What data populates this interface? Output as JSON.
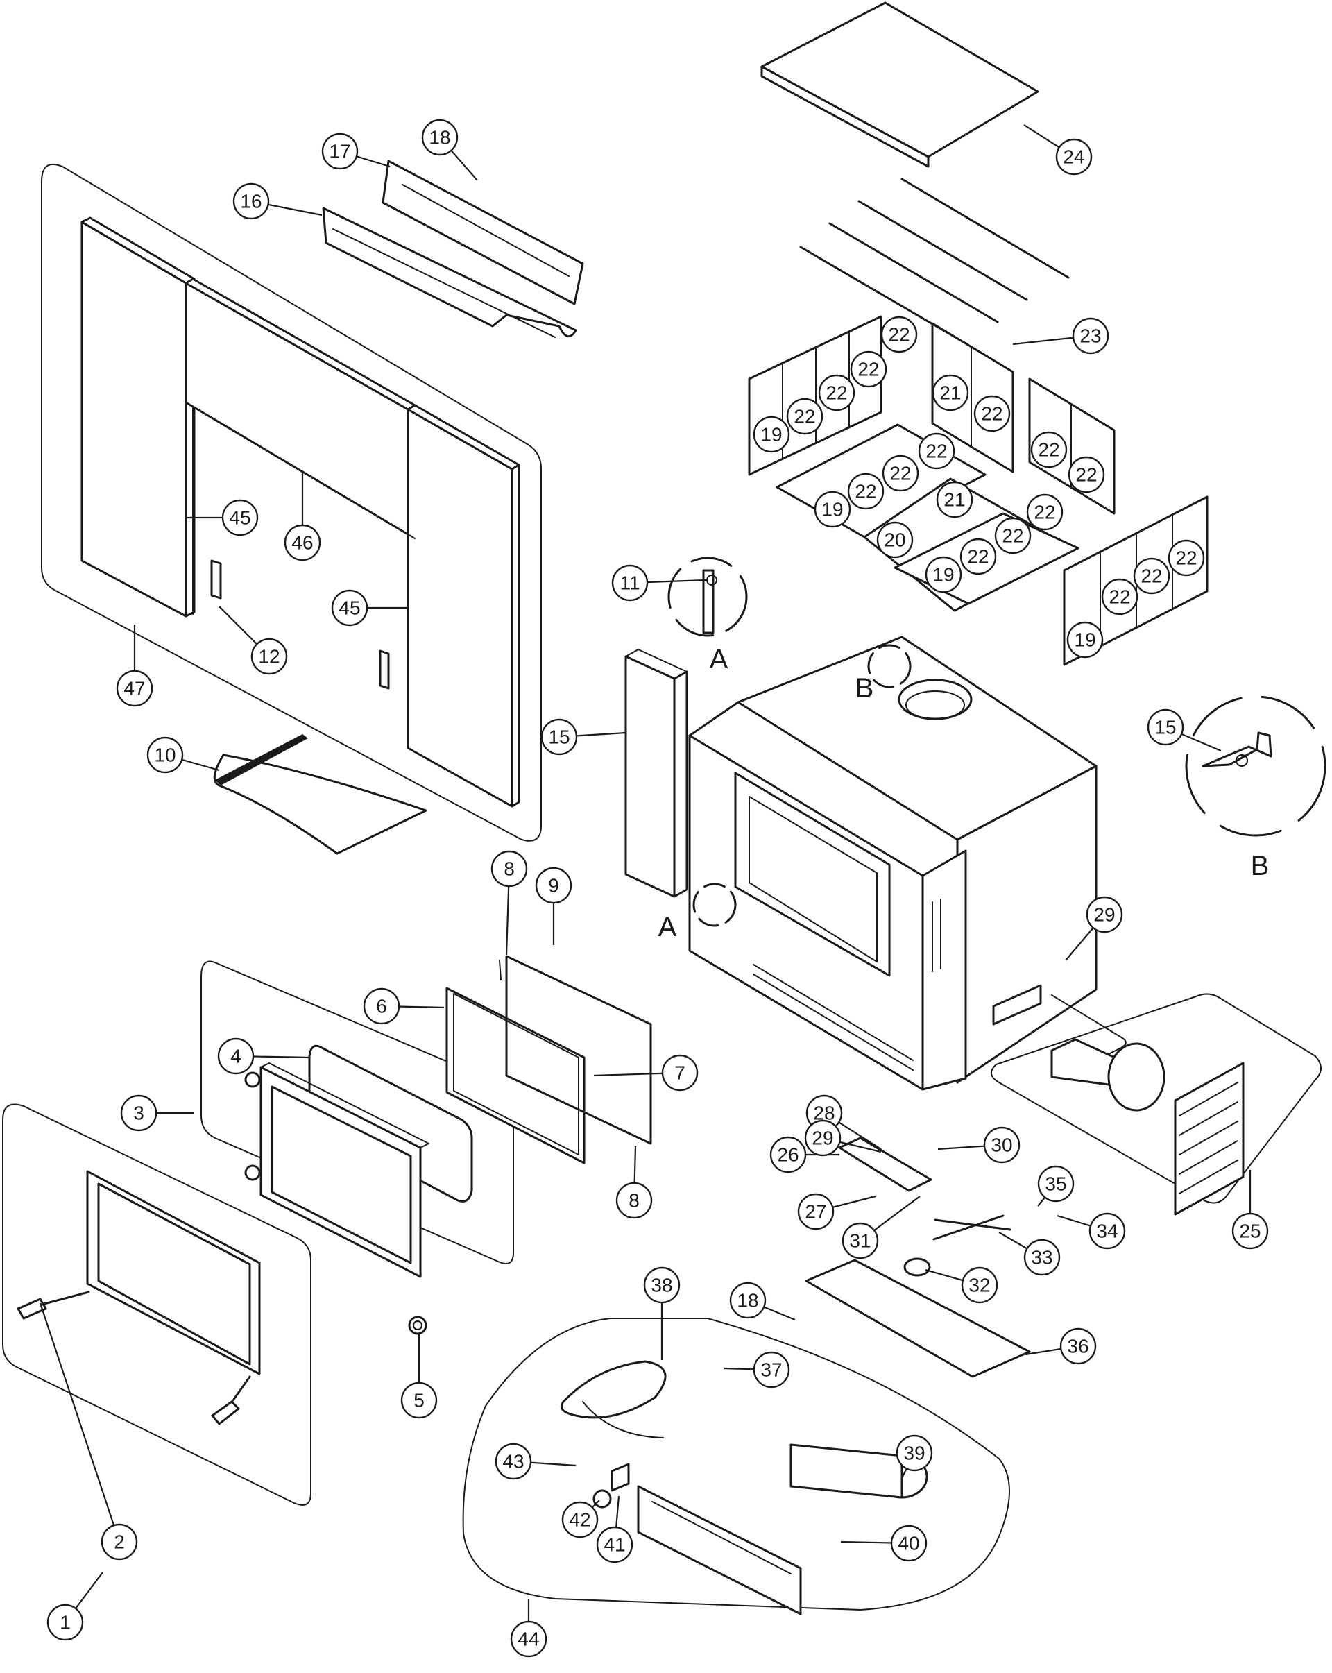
{
  "callouts": [
    {
      "id": "c1",
      "label": "1"
    },
    {
      "id": "c2",
      "label": "2"
    },
    {
      "id": "c3",
      "label": "3"
    },
    {
      "id": "c4",
      "label": "4"
    },
    {
      "id": "c5",
      "label": "5"
    },
    {
      "id": "c6",
      "label": "6"
    },
    {
      "id": "c7",
      "label": "7"
    },
    {
      "id": "c8a",
      "label": "8"
    },
    {
      "id": "c8b",
      "label": "8"
    },
    {
      "id": "c9",
      "label": "9"
    },
    {
      "id": "c10",
      "label": "10"
    },
    {
      "id": "c11",
      "label": "11"
    },
    {
      "id": "c12",
      "label": "12"
    },
    {
      "id": "c15a",
      "label": "15"
    },
    {
      "id": "c15b",
      "label": "15"
    },
    {
      "id": "c16",
      "label": "16"
    },
    {
      "id": "c17",
      "label": "17"
    },
    {
      "id": "c18a",
      "label": "18"
    },
    {
      "id": "c18b",
      "label": "18"
    },
    {
      "id": "c19a",
      "label": "19"
    },
    {
      "id": "c19b",
      "label": "19"
    },
    {
      "id": "c19c",
      "label": "19"
    },
    {
      "id": "c19d",
      "label": "19"
    },
    {
      "id": "c20",
      "label": "20"
    },
    {
      "id": "c21a",
      "label": "21"
    },
    {
      "id": "c21b",
      "label": "21"
    },
    {
      "id": "c22a",
      "label": "22"
    },
    {
      "id": "c22b",
      "label": "22"
    },
    {
      "id": "c22c",
      "label": "22"
    },
    {
      "id": "c22d",
      "label": "22"
    },
    {
      "id": "c22e",
      "label": "22"
    },
    {
      "id": "c22f",
      "label": "22"
    },
    {
      "id": "c22g",
      "label": "22"
    },
    {
      "id": "c22h",
      "label": "22"
    },
    {
      "id": "c22i",
      "label": "22"
    },
    {
      "id": "c22j",
      "label": "22"
    },
    {
      "id": "c22k",
      "label": "22"
    },
    {
      "id": "c22l",
      "label": "22"
    },
    {
      "id": "c22m",
      "label": "22"
    },
    {
      "id": "c22n",
      "label": "22"
    },
    {
      "id": "c22o",
      "label": "22"
    },
    {
      "id": "c22p",
      "label": "22"
    },
    {
      "id": "c23",
      "label": "23"
    },
    {
      "id": "c24",
      "label": "24"
    },
    {
      "id": "c25",
      "label": "25"
    },
    {
      "id": "c26",
      "label": "26"
    },
    {
      "id": "c27",
      "label": "27"
    },
    {
      "id": "c28",
      "label": "28"
    },
    {
      "id": "c29a",
      "label": "29"
    },
    {
      "id": "c29b",
      "label": "29"
    },
    {
      "id": "c30",
      "label": "30"
    },
    {
      "id": "c31",
      "label": "31"
    },
    {
      "id": "c32",
      "label": "32"
    },
    {
      "id": "c33",
      "label": "33"
    },
    {
      "id": "c34",
      "label": "34"
    },
    {
      "id": "c35",
      "label": "35"
    },
    {
      "id": "c36",
      "label": "36"
    },
    {
      "id": "c37",
      "label": "37"
    },
    {
      "id": "c38",
      "label": "38"
    },
    {
      "id": "c39",
      "label": "39"
    },
    {
      "id": "c40",
      "label": "40"
    },
    {
      "id": "c41",
      "label": "41"
    },
    {
      "id": "c42",
      "label": "42"
    },
    {
      "id": "c43",
      "label": "43"
    },
    {
      "id": "c44",
      "label": "44"
    },
    {
      "id": "c45a",
      "label": "45"
    },
    {
      "id": "c45b",
      "label": "45"
    },
    {
      "id": "c46",
      "label": "46"
    },
    {
      "id": "c47",
      "label": "47"
    }
  ],
  "detail_labels": {
    "a_detail": "A",
    "a_stove": "A",
    "b_stove": "B",
    "b_detail": "B"
  }
}
